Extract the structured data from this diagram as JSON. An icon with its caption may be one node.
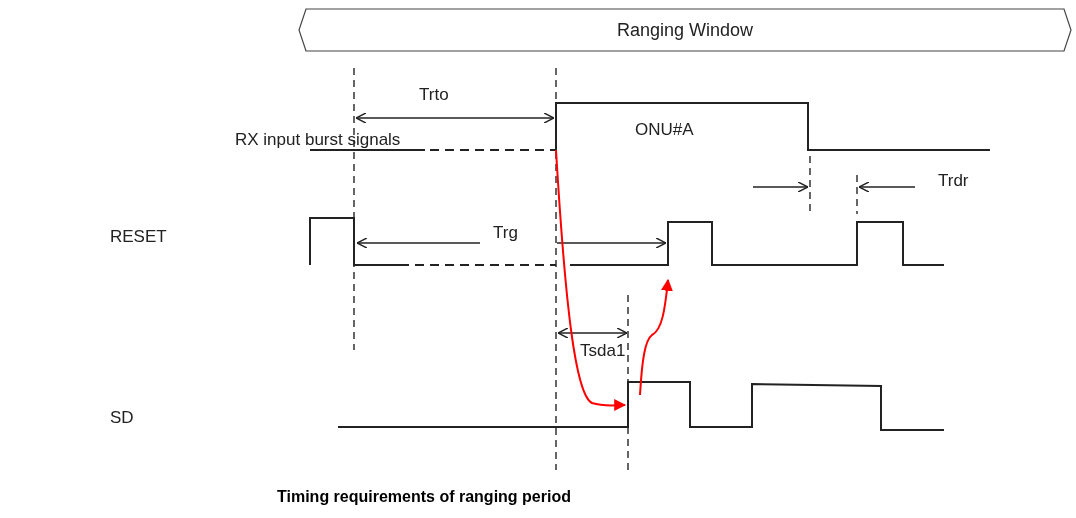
{
  "diagram": {
    "caption": "Timing requirements of ranging period",
    "nodes": [
      {
        "text": [
          "Ranging Window"
        ]
      }
    ],
    "labels": [
      "Trto",
      "RX input burst signals",
      "ONU#A",
      "Trdr",
      "RESET",
      "Trg",
      "Tsda1",
      "SD"
    ]
  }
}
